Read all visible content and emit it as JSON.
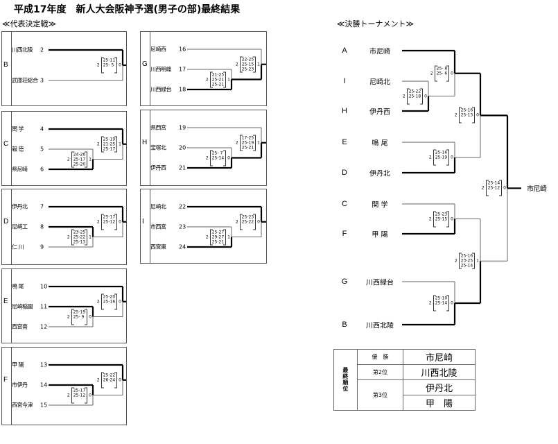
{
  "title": "平成17年度　新人大会阪神予選(男子の部)最終結果",
  "section_left": "≪代表決定戦≫",
  "section_right": "≪決勝トーナメント≫",
  "blocks": [
    {
      "letter": "B",
      "teams": [
        {
          "name": "川西北陵",
          "num": "2"
        },
        {
          "name": "武庫荘総合",
          "num": "3"
        }
      ],
      "matches": [
        {
          "left": "2",
          "sets": [
            "25-11",
            "25- 5"
          ],
          "right": "0"
        }
      ]
    },
    {
      "letter": "C",
      "teams": [
        {
          "name": "関 学",
          "num": "4"
        },
        {
          "name": "報 徳",
          "num": "5"
        },
        {
          "name": "県尼崎",
          "num": "6"
        }
      ],
      "matches": [
        {
          "left": "2",
          "sets": [
            "24-26",
            "25-17",
            "25-20"
          ],
          "right": "1"
        },
        {
          "left": "2",
          "sets": [
            "25-19",
            "21-25",
            "25-17"
          ],
          "right": "1"
        }
      ]
    },
    {
      "letter": "D",
      "teams": [
        {
          "name": "伊丹北",
          "num": "7"
        },
        {
          "name": "尼崎工",
          "num": "8"
        },
        {
          "name": "仁 川",
          "num": "9"
        }
      ],
      "matches": [
        {
          "left": "2",
          "sets": [
            "23-25",
            "25-22",
            "25-13"
          ],
          "right": "1"
        },
        {
          "left": "2",
          "sets": [
            "25-17",
            "25-12"
          ],
          "right": "0"
        }
      ]
    },
    {
      "letter": "E",
      "teams": [
        {
          "name": "鳴 尾",
          "num": "10"
        },
        {
          "name": "尼崎稲園",
          "num": "11"
        },
        {
          "name": "西宮南",
          "num": "12"
        }
      ],
      "matches": [
        {
          "left": "2",
          "sets": [
            "25-19",
            "25- 9"
          ],
          "right": "0"
        },
        {
          "left": "2",
          "sets": [
            "25-20",
            "25-16"
          ],
          "right": "0"
        }
      ]
    },
    {
      "letter": "F",
      "teams": [
        {
          "name": "甲 陽",
          "num": "13"
        },
        {
          "name": "市伊丹",
          "num": "14"
        },
        {
          "name": "西宮今津",
          "num": "15"
        }
      ],
      "matches": [
        {
          "left": "2",
          "sets": [
            "25-17",
            "25-12"
          ],
          "right": "0"
        },
        {
          "left": "2",
          "sets": [
            "25-22",
            "26-24"
          ],
          "right": "0"
        }
      ]
    },
    {
      "letter": "G",
      "teams": [
        {
          "name": "尼崎西",
          "num": "16"
        },
        {
          "name": "川西明峰",
          "num": "17"
        },
        {
          "name": "川西緑台",
          "num": "18"
        }
      ],
      "matches": [
        {
          "left": "2",
          "sets": [
            "21-25",
            "25-21",
            "25-21"
          ],
          "right": "1"
        },
        {
          "left": "2",
          "sets": [
            "22-25",
            "25-15",
            "25-23"
          ],
          "right": "1"
        }
      ]
    },
    {
      "letter": "H",
      "teams": [
        {
          "name": "県西宮",
          "num": "19"
        },
        {
          "name": "宝塚北",
          "num": "20"
        },
        {
          "name": "伊丹西",
          "num": "21"
        }
      ],
      "matches": [
        {
          "left": "2",
          "sets": [
            "25- 7",
            "25-14"
          ],
          "right": "0"
        },
        {
          "left": "2",
          "sets": [
            "17-25",
            "25-19",
            "25-21"
          ],
          "right": "1"
        }
      ]
    },
    {
      "letter": "I",
      "teams": [
        {
          "name": "尼崎北",
          "num": "22"
        },
        {
          "name": "市西宮",
          "num": "23"
        },
        {
          "name": "西宮東",
          "num": "24"
        }
      ],
      "matches": [
        {
          "left": "2",
          "sets": [
            "25-27",
            "29-27",
            "25-21"
          ],
          "right": "1"
        },
        {
          "left": "2",
          "sets": [
            "25-23",
            "25-22"
          ],
          "right": "0"
        }
      ]
    }
  ],
  "tournament": {
    "entries": [
      {
        "letter": "A",
        "name": "市尼崎"
      },
      {
        "letter": "I",
        "name": "尼崎北"
      },
      {
        "letter": "H",
        "name": "伊丹西"
      },
      {
        "letter": "E",
        "name": "鳴 尾"
      },
      {
        "letter": "D",
        "name": "伊丹北"
      },
      {
        "letter": "C",
        "name": "関 学"
      },
      {
        "letter": "F",
        "name": "甲 陽"
      },
      {
        "letter": "G",
        "name": "川西緑台"
      },
      {
        "letter": "B",
        "name": "川西北陵"
      }
    ],
    "matches": [
      {
        "left": "2",
        "sets": [
          "25-22",
          "25-18"
        ],
        "right": "0"
      },
      {
        "left": "2",
        "sets": [
          "25- 8",
          "25- 6"
        ],
        "right": "0"
      },
      {
        "left": "2",
        "sets": [
          "25-16",
          "25-19"
        ],
        "right": "0"
      },
      {
        "left": "2",
        "sets": [
          "25-16",
          "25-13"
        ],
        "right": "0"
      },
      {
        "left": "2",
        "sets": [
          "25-23",
          "25-15"
        ],
        "right": "0"
      },
      {
        "left": "2",
        "sets": [
          "25-10",
          "25-14"
        ],
        "right": "0"
      },
      {
        "left": "2",
        "sets": [
          "25-16",
          "23-25",
          "25-14"
        ],
        "right": "1"
      },
      {
        "left": "2",
        "sets": [
          "25-14",
          "25-12"
        ],
        "right": "0"
      }
    ],
    "champion": "市尼崎"
  },
  "standings": {
    "header": "最終順位",
    "rows": [
      {
        "rank": "優　勝",
        "team": "市尼崎"
      },
      {
        "rank": "第2位",
        "team": "川西北陵"
      },
      {
        "rank": "第3位",
        "team": "伊丹北"
      },
      {
        "rank": "",
        "team": "甲　陽"
      }
    ]
  }
}
